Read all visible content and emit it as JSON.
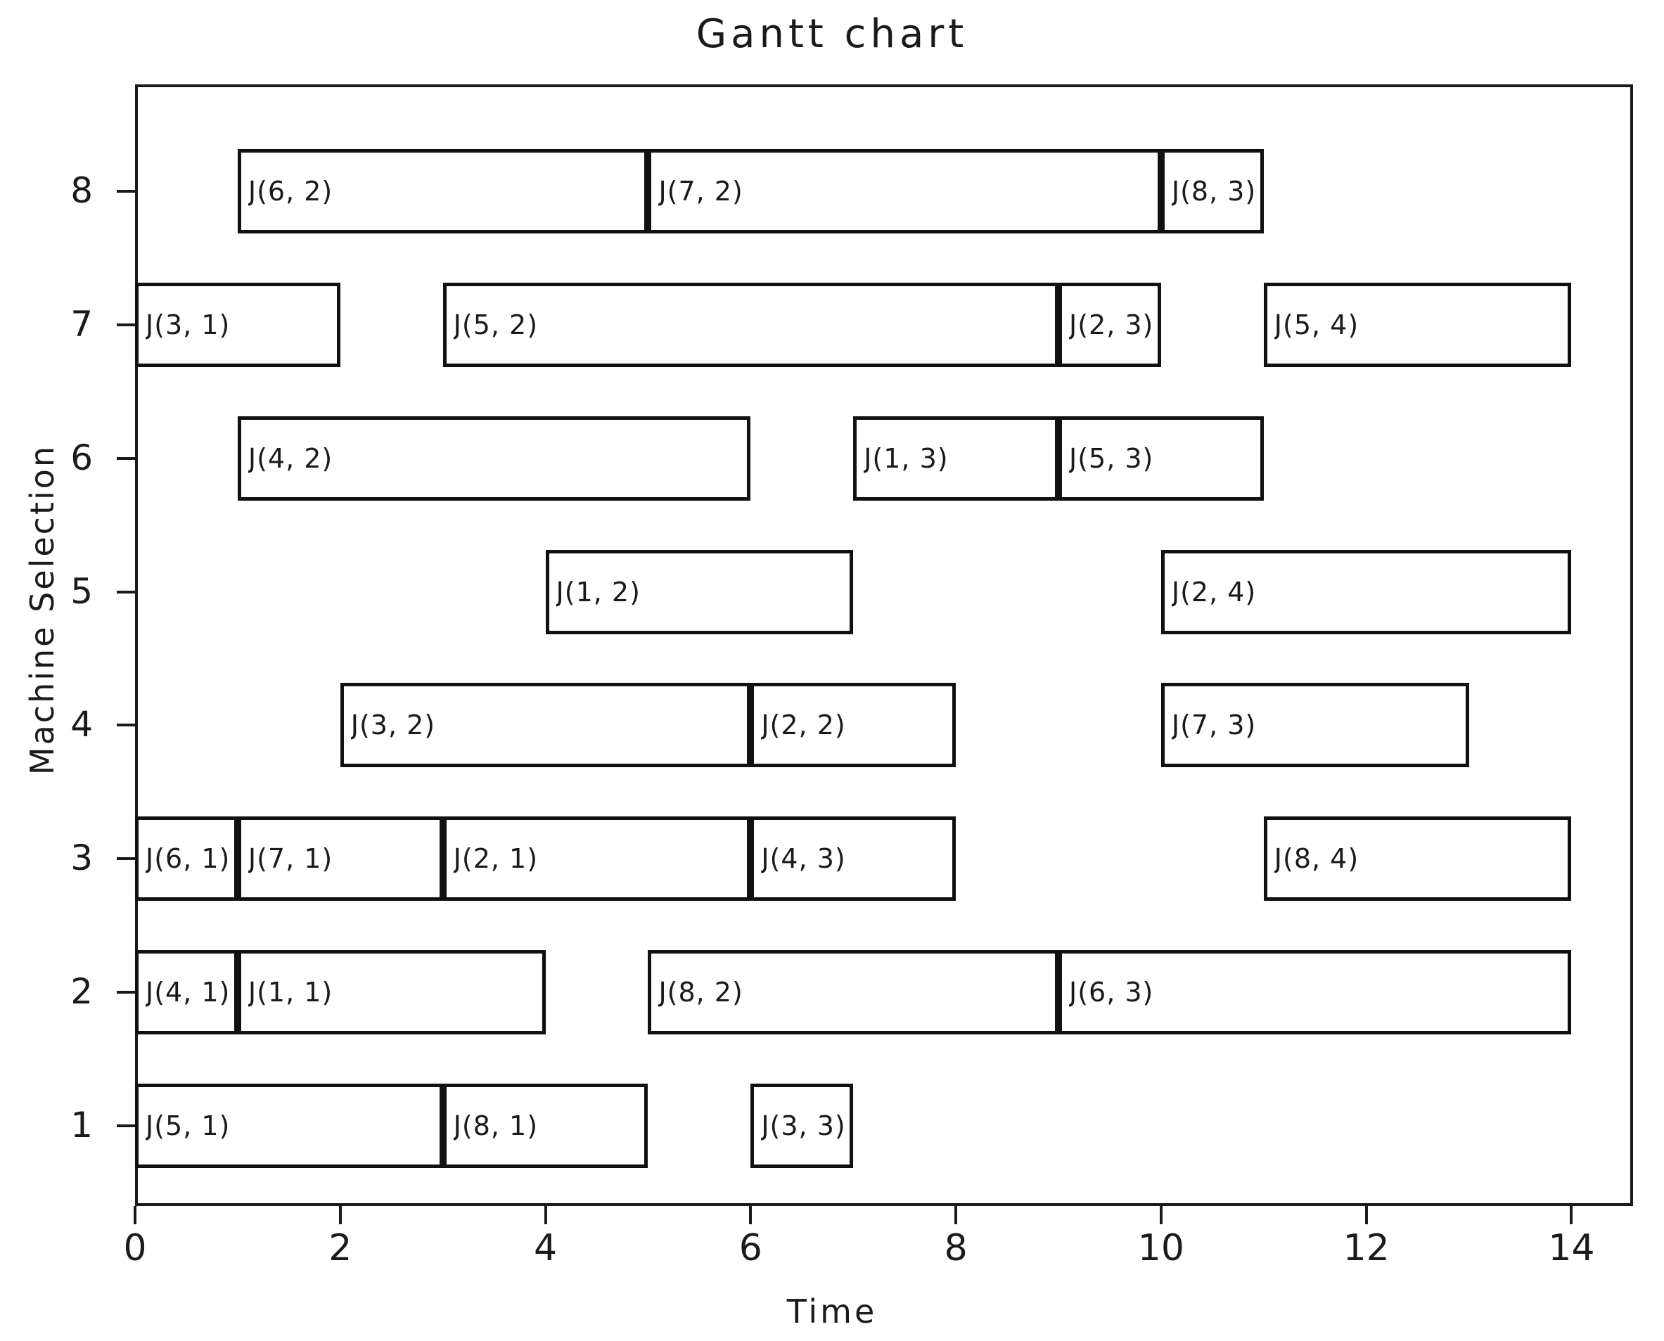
{
  "chart_data": {
    "type": "bar",
    "chart_subtype": "gantt",
    "title": "Gantt chart",
    "xlabel": "Time",
    "ylabel": "Machine Selection",
    "xlim": [
      0,
      14.6
    ],
    "ylim": [
      0.4,
      8.8
    ],
    "grid": false,
    "legend": null,
    "xticks": [
      0,
      2,
      4,
      6,
      8,
      10,
      12,
      14
    ],
    "xtick_labels": [
      "0",
      "2",
      "4",
      "6",
      "8",
      "10",
      "12",
      "14"
    ],
    "yticks": [
      1,
      2,
      3,
      4,
      5,
      6,
      7,
      8
    ],
    "ytick_labels": [
      "1",
      "2",
      "3",
      "4",
      "5",
      "6",
      "7",
      "8"
    ],
    "tasks": [
      {
        "machine": 8,
        "label": "J(6, 2)",
        "start": 1,
        "end": 5
      },
      {
        "machine": 8,
        "label": "J(7, 2)",
        "start": 5,
        "end": 10
      },
      {
        "machine": 8,
        "label": "J(8, 3)",
        "start": 10,
        "end": 11
      },
      {
        "machine": 7,
        "label": "J(3, 1)",
        "start": 0,
        "end": 2
      },
      {
        "machine": 7,
        "label": "J(5, 2)",
        "start": 3,
        "end": 9
      },
      {
        "machine": 7,
        "label": "J(2, 3)",
        "start": 9,
        "end": 10
      },
      {
        "machine": 7,
        "label": "J(5, 4)",
        "start": 11,
        "end": 14
      },
      {
        "machine": 6,
        "label": "J(4, 2)",
        "start": 1,
        "end": 6
      },
      {
        "machine": 6,
        "label": "J(1, 3)",
        "start": 7,
        "end": 9
      },
      {
        "machine": 6,
        "label": "J(5, 3)",
        "start": 9,
        "end": 11
      },
      {
        "machine": 5,
        "label": "J(1, 2)",
        "start": 4,
        "end": 7
      },
      {
        "machine": 5,
        "label": "J(2, 4)",
        "start": 10,
        "end": 14
      },
      {
        "machine": 4,
        "label": "J(3, 2)",
        "start": 2,
        "end": 6
      },
      {
        "machine": 4,
        "label": "J(2, 2)",
        "start": 6,
        "end": 8
      },
      {
        "machine": 4,
        "label": "J(7, 3)",
        "start": 10,
        "end": 13
      },
      {
        "machine": 3,
        "label": "J(6, 1)",
        "start": 0,
        "end": 1
      },
      {
        "machine": 3,
        "label": "J(7, 1)",
        "start": 1,
        "end": 3
      },
      {
        "machine": 3,
        "label": "J(2, 1)",
        "start": 3,
        "end": 6
      },
      {
        "machine": 3,
        "label": "J(4, 3)",
        "start": 6,
        "end": 8
      },
      {
        "machine": 3,
        "label": "J(8, 4)",
        "start": 11,
        "end": 14
      },
      {
        "machine": 2,
        "label": "J(4, 1)",
        "start": 0,
        "end": 1
      },
      {
        "machine": 2,
        "label": "J(1, 1)",
        "start": 1,
        "end": 4
      },
      {
        "machine": 2,
        "label": "J(8, 2)",
        "start": 5,
        "end": 9
      },
      {
        "machine": 2,
        "label": "J(6, 3)",
        "start": 9,
        "end": 14
      },
      {
        "machine": 1,
        "label": "J(5, 1)",
        "start": 0,
        "end": 3
      },
      {
        "machine": 1,
        "label": "J(8, 1)",
        "start": 3,
        "end": 5
      },
      {
        "machine": 1,
        "label": "J(3, 3)",
        "start": 6,
        "end": 7
      }
    ],
    "colors": {
      "bar_fill": "#ffffff",
      "bar_border": "#111111",
      "axis": "#1a1a1a",
      "text": "#1a1a1a",
      "background": "#ffffff"
    }
  }
}
